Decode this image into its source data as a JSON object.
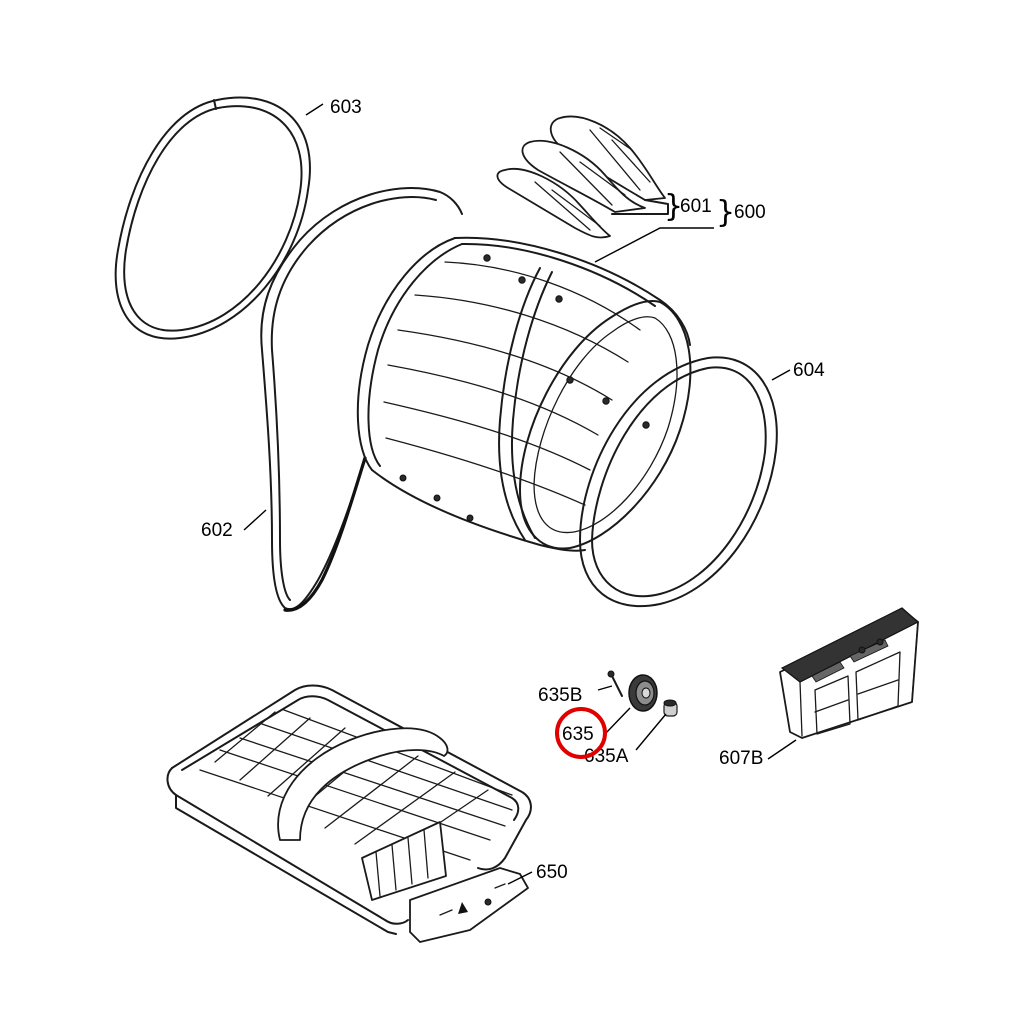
{
  "diagram": {
    "labels": {
      "p603": "603",
      "p601": "601",
      "p600": "600",
      "p604": "604",
      "p602": "602",
      "p635b": "635B",
      "p635": "635",
      "p635a": "635A",
      "p607b": "607B",
      "p650": "650"
    },
    "braces": {
      "brace601": "}",
      "brace600": "}"
    },
    "highlight": {
      "target": "635",
      "color": "#e00000"
    }
  }
}
